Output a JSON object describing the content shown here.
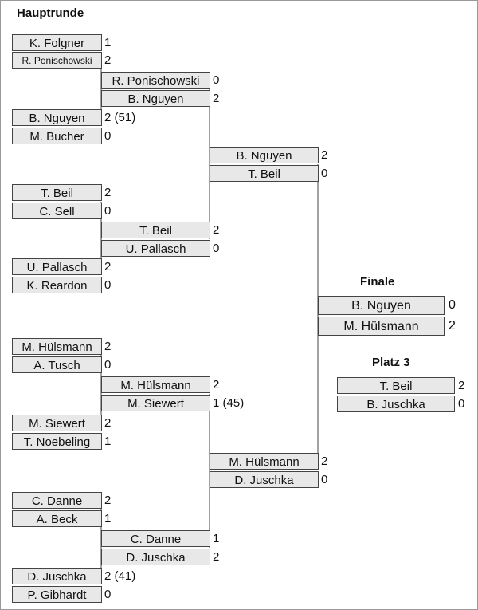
{
  "titles": {
    "main": "Hauptrunde",
    "final": "Finale",
    "third": "Platz 3"
  },
  "round1": [
    {
      "p1": "K. Folgner",
      "s1": "1",
      "p2": "R. Ponischowski",
      "s2": "2"
    },
    {
      "p1": "B. Nguyen",
      "s1": "2 (51)",
      "p2": "M. Bucher",
      "s2": "0"
    },
    {
      "p1": "T. Beil",
      "s1": "2",
      "p2": "C. Sell",
      "s2": "0"
    },
    {
      "p1": "U. Pallasch",
      "s1": "2",
      "p2": "K. Reardon",
      "s2": "0"
    },
    {
      "p1": "M. Hülsmann",
      "s1": "2",
      "p2": "A. Tusch",
      "s2": "0"
    },
    {
      "p1": "M. Siewert",
      "s1": "2",
      "p2": "T. Noebeling",
      "s2": "1"
    },
    {
      "p1": "C. Danne",
      "s1": "2",
      "p2": "A. Beck",
      "s2": "1"
    },
    {
      "p1": "D. Juschka",
      "s1": "2 (41)",
      "p2": "P. Gibhardt",
      "s2": "0"
    }
  ],
  "round2": [
    {
      "p1": "R. Ponischowski",
      "s1": "0",
      "p2": "B. Nguyen",
      "s2": "2"
    },
    {
      "p1": "T. Beil",
      "s1": "2",
      "p2": "U. Pallasch",
      "s2": "0"
    },
    {
      "p1": "M. Hülsmann",
      "s1": "2",
      "p2": "M. Siewert",
      "s2": "1 (45)"
    },
    {
      "p1": "C. Danne",
      "s1": "1",
      "p2": "D. Juschka",
      "s2": "2"
    }
  ],
  "round3": [
    {
      "p1": "B. Nguyen",
      "s1": "2",
      "p2": "T. Beil",
      "s2": "0"
    },
    {
      "p1": "M. Hülsmann",
      "s1": "2",
      "p2": "D. Juschka",
      "s2": "0"
    }
  ],
  "final": {
    "p1": "B. Nguyen",
    "s1": "0",
    "p2": "M. Hülsmann",
    "s2": "2"
  },
  "third_place": {
    "p1": "T. Beil",
    "s1": "2",
    "p2": "B. Juschka",
    "s2": "0"
  },
  "colors": {
    "box_fill": "#e8e8e8",
    "line": "#444444"
  }
}
